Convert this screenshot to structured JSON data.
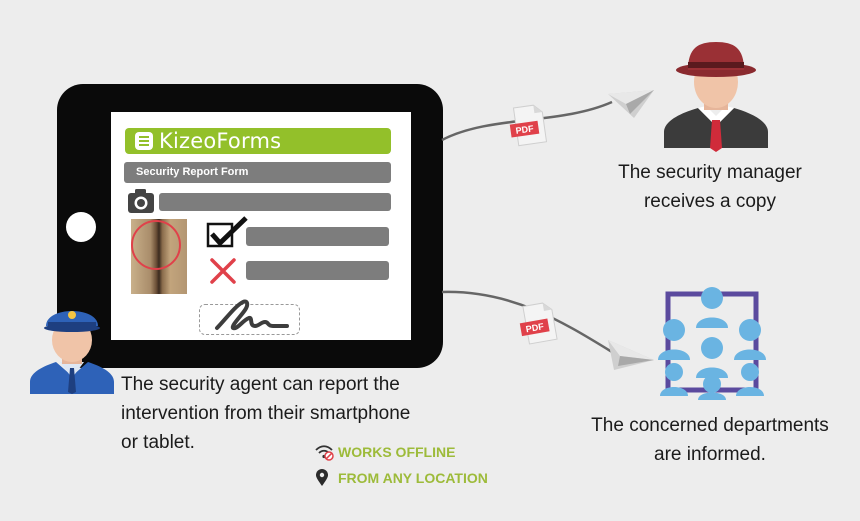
{
  "form": {
    "logo_text": "KizeoForms",
    "title": "Security Report Form"
  },
  "attachments": [
    {
      "label": "PDF"
    },
    {
      "label": "PDF"
    }
  ],
  "agent": {
    "caption_line1": "The security agent can report the",
    "caption_line2": "intervention from their smartphone",
    "caption_line3": "or tablet."
  },
  "manager": {
    "caption_line1": "The security manager",
    "caption_line2": "receives a copy"
  },
  "departments": {
    "caption_line1": "The concerned departments",
    "caption_line2": "are informed."
  },
  "features": {
    "offline": "WORKS OFFLINE",
    "location": "FROM ANY LOCATION"
  },
  "colors": {
    "accent_green": "#93c02a",
    "feature_green": "#9dbb3a",
    "people_blue": "#6ab4e2",
    "frame_purple": "#5b4a9e",
    "alert_red": "#e0414a"
  }
}
